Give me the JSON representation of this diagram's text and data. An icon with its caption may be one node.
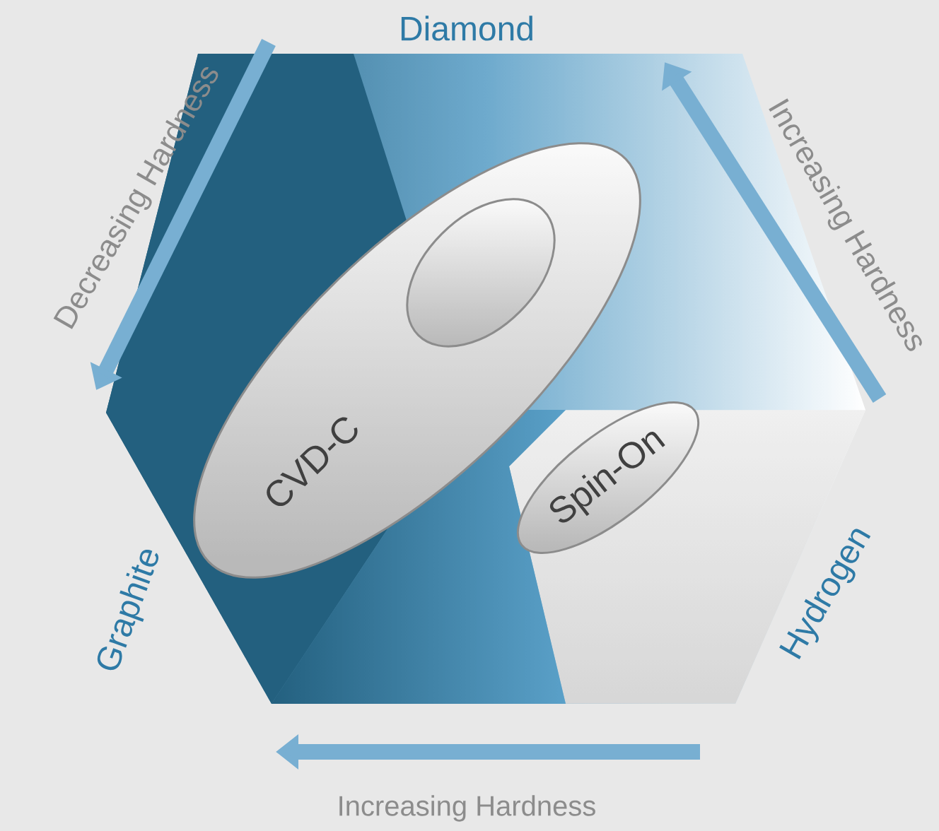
{
  "diagram": {
    "nodes": [
      {
        "text": [
          "CVD-C"
        ]
      },
      {
        "text": [],
        "shape": "ellipse",
        "in": 0
      },
      {
        "text": [
          "Spin-On"
        ]
      }
    ],
    "labels": [
      "Diamond",
      "Decreasing Hardness",
      "Increasing Hardness",
      "Graphite",
      "Hydrogen",
      "Increasing Hardness"
    ]
  }
}
